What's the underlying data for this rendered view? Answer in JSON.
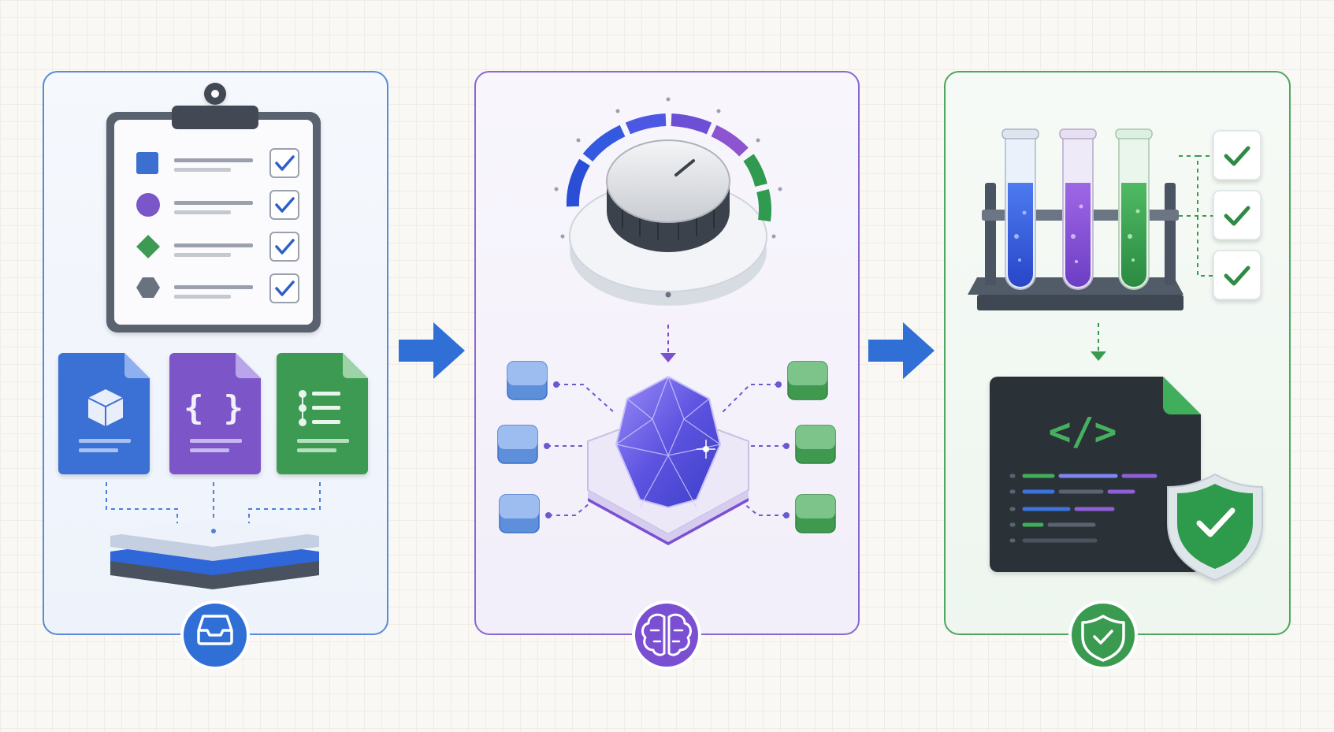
{
  "stages": [
    {
      "key": "input",
      "icon": "inbox-tray-icon",
      "color": "#3b6fd0",
      "items": [
        "clipboard-checklist-icon",
        "box-file-icon",
        "code-braces-file-icon",
        "list-file-icon",
        "layer-stack-icon"
      ]
    },
    {
      "key": "reasoning",
      "icon": "brain-icon",
      "color": "#7a52c4",
      "items": [
        "tuning-dial-icon",
        "crystal-gem-icon",
        "node-block-icon"
      ]
    },
    {
      "key": "verification",
      "icon": "shield-check-icon",
      "color": "#3e9a52",
      "items": [
        "test-tubes-icon",
        "checkmark-box-icon",
        "code-document-icon",
        "shield-check-icon"
      ]
    }
  ],
  "code_symbol": "</>",
  "braces_symbol": "{ }",
  "colors": {
    "blue": "#2f6fd6",
    "purple": "#7a4fd1",
    "green": "#3a9b50",
    "slate": "#4b5563",
    "dark": "#2b3138"
  }
}
